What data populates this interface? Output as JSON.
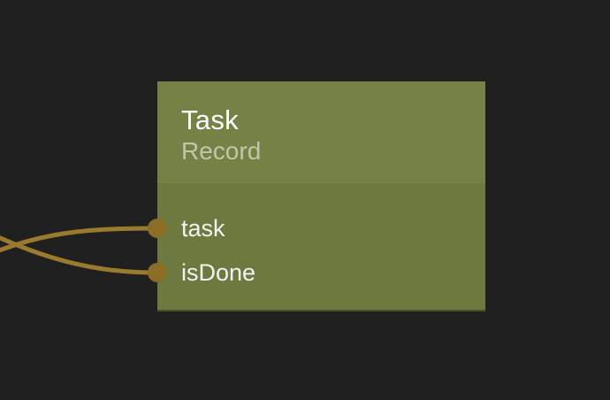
{
  "canvas": {
    "background": "#202020"
  },
  "node": {
    "title": "Task",
    "subtitle": "Record",
    "header_color": "#748246",
    "body_color": "#6c793f",
    "title_color": "#ffffff",
    "subtitle_color": "rgba(255,255,255,0.55)",
    "port_label_color": "#f2f2f2",
    "ports": [
      {
        "label": "task"
      },
      {
        "label": "isDone"
      }
    ]
  },
  "connections": {
    "wire_color": "#9a7b2e",
    "port_dot_color": "#8b6d25"
  }
}
